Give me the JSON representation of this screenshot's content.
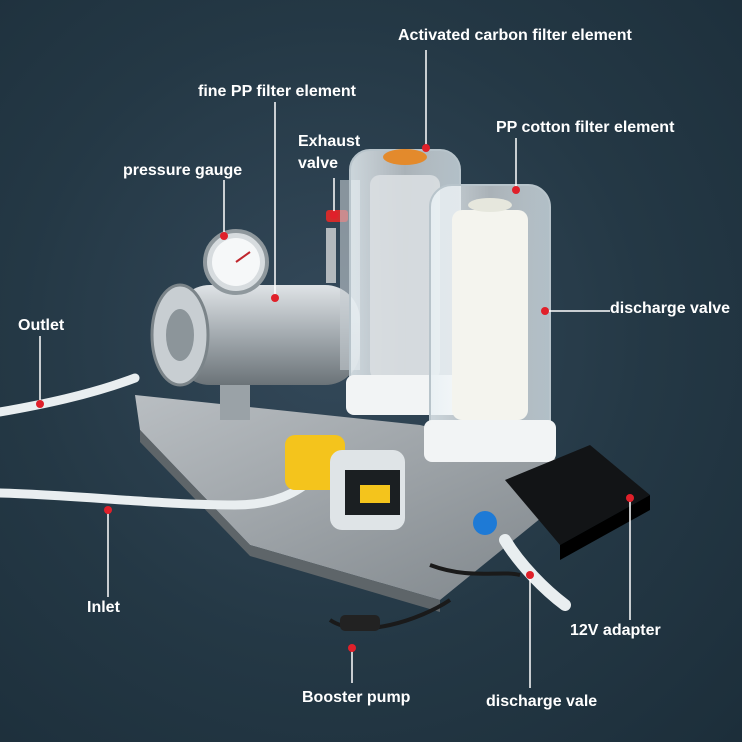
{
  "image": {
    "background": "#243845",
    "label_color": "#ffffff",
    "callout_dot_color": "#e0202a",
    "callout_line_color": "#ffffff"
  },
  "labels": {
    "activated_carbon": "Activated carbon filter element",
    "fine_pp": "fine PP filter element",
    "exhaust_valve": "Exhaust valve",
    "pp_cotton": "PP cotton filter element",
    "pressure_gauge": "pressure gauge",
    "outlet": "Outlet",
    "discharge_valve_right": "discharge valve",
    "inlet": "Inlet",
    "adapter": "12V adapter",
    "booster_pump": "Booster pump",
    "discharge_vale_bottom": "discharge vale"
  }
}
